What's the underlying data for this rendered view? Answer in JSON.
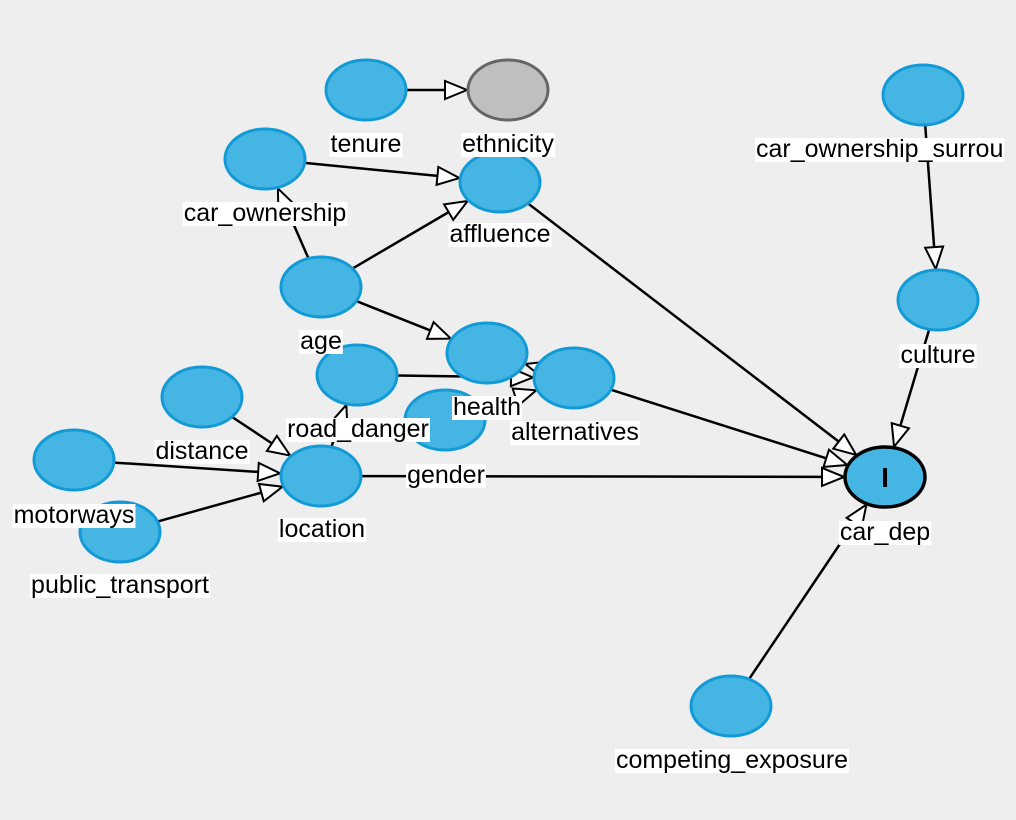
{
  "colors": {
    "background": "#eeeeee",
    "node_fill": "#45b5e3",
    "node_stroke": "#129ad7",
    "latent_fill": "#bfbfbf",
    "latent_stroke": "#666666",
    "outcome_stroke": "#000000",
    "edge": "#000000",
    "label_bg": "#ffffff"
  },
  "nodes": [
    {
      "id": "tenure",
      "label": "tenure",
      "kind": "adjusted"
    },
    {
      "id": "ethnicity",
      "label": "ethnicity",
      "kind": "latent"
    },
    {
      "id": "car_ownership_surround",
      "label": "car_ownership_surrou",
      "kind": "adjusted"
    },
    {
      "id": "car_ownership",
      "label": "car_ownership",
      "kind": "adjusted"
    },
    {
      "id": "affluence",
      "label": "affluence",
      "kind": "adjusted"
    },
    {
      "id": "age",
      "label": "age",
      "kind": "adjusted"
    },
    {
      "id": "culture",
      "label": "culture",
      "kind": "adjusted"
    },
    {
      "id": "health",
      "label": "health",
      "kind": "adjusted"
    },
    {
      "id": "road_danger",
      "label": "road_danger",
      "kind": "adjusted"
    },
    {
      "id": "alternatives",
      "label": "alternatives",
      "kind": "adjusted"
    },
    {
      "id": "distance",
      "label": "distance",
      "kind": "adjusted"
    },
    {
      "id": "gender",
      "label": "gender",
      "kind": "adjusted"
    },
    {
      "id": "motorways",
      "label": "motorways",
      "kind": "adjusted"
    },
    {
      "id": "location",
      "label": "location",
      "kind": "adjusted"
    },
    {
      "id": "public_transport",
      "label": "public_transport",
      "kind": "adjusted"
    },
    {
      "id": "car_dep",
      "label": "car_dep",
      "kind": "outcome",
      "glyph": "I"
    },
    {
      "id": "competing_exposure",
      "label": "competing_exposure",
      "kind": "adjusted"
    }
  ],
  "edges": [
    {
      "from": "tenure",
      "to": "ethnicity"
    },
    {
      "from": "car_ownership",
      "to": "affluence"
    },
    {
      "from": "age",
      "to": "car_ownership"
    },
    {
      "from": "age",
      "to": "affluence"
    },
    {
      "from": "age",
      "to": "health"
    },
    {
      "from": "affluence",
      "to": "car_dep"
    },
    {
      "from": "car_ownership_surround",
      "to": "culture"
    },
    {
      "from": "culture",
      "to": "car_dep"
    },
    {
      "from": "road_danger",
      "to": "alternatives"
    },
    {
      "from": "gender",
      "to": "alternatives"
    },
    {
      "from": "alternatives",
      "to": "health"
    },
    {
      "from": "alternatives",
      "to": "car_dep"
    },
    {
      "from": "location",
      "to": "road_danger"
    },
    {
      "from": "location",
      "to": "car_dep"
    },
    {
      "from": "distance",
      "to": "location"
    },
    {
      "from": "motorways",
      "to": "location"
    },
    {
      "from": "public_transport",
      "to": "location"
    },
    {
      "from": "competing_exposure",
      "to": "car_dep"
    }
  ]
}
